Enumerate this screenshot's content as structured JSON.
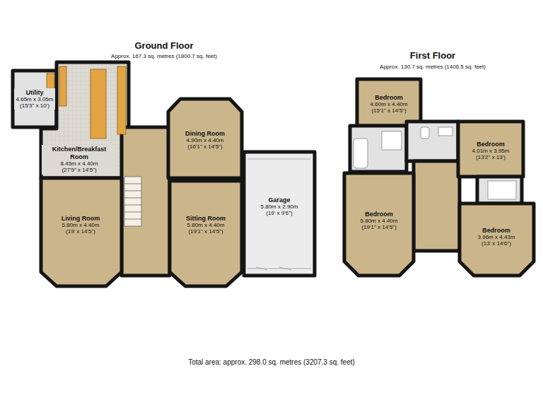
{
  "diagram": {
    "caption": "Total area: approx. 298.0 sq. metres (3207.3 sq. feet)",
    "nodes": [
      {
        "text": [
          "Utility",
          "4.65m x 3.05m",
          "(15'3\" x 10')"
        ]
      },
      {
        "text": [
          "Kitchen/Breakfast Room",
          "8.45m x 4.40m",
          "(27'9\" x 14'5\")"
        ]
      },
      {
        "text": [
          "Dining Room",
          "4.90m x 4.40m",
          "(16'1\" x 14'5\")"
        ]
      },
      {
        "text": [
          "Living Room",
          "5.80m x 4.40m",
          "(19' x 14'5\")"
        ]
      },
      {
        "text": [
          "Sitting Room",
          "5.80m x 4.40m",
          "(19'1\" x 14'5\")"
        ]
      },
      {
        "text": [
          "Garage",
          "5.80m x 2.90m",
          "(19' x 9'6\")"
        ]
      },
      {
        "text": [
          "Bedroom",
          "4.60m x 4.40m",
          "(15'1\" x 14'5\")"
        ]
      },
      {
        "text": [
          "Bedroom",
          "4.01m x 3.95m",
          "(13'2\" x 13')"
        ]
      },
      {
        "text": [
          "Bedroom",
          "5.80m x 4.40m",
          "(19'1\" x 14'5\")"
        ]
      },
      {
        "text": [
          "Bedroom",
          "3.96m x 4.43m",
          "(13' x 14'6\")"
        ]
      }
    ],
    "labels": [
      "Ground Floor",
      "Approx. 167.3 sq. metres (1800.7 sq. feet)",
      "First Floor",
      "Approx. 130.7 sq. metres (1406.5 sq. feet)"
    ]
  }
}
